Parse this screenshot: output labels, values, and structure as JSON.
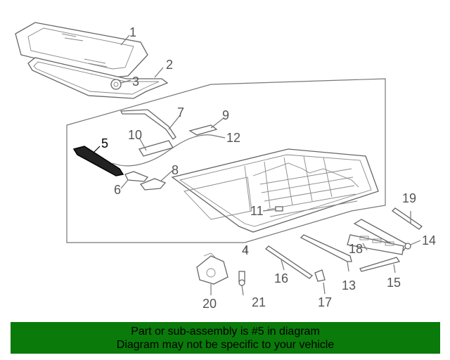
{
  "diagram": {
    "callouts": [
      "1",
      "2",
      "3",
      "4",
      "5",
      "6",
      "7",
      "8",
      "9",
      "10",
      "11",
      "12",
      "13",
      "14",
      "15",
      "16",
      "17",
      "18",
      "19",
      "20",
      "21"
    ],
    "highlighted": "5"
  },
  "banner": {
    "line1": "Part or sub-assembly is #5 in diagram",
    "line2": "Diagram may not be specific to your vehicle"
  },
  "colors": {
    "banner_bg": "#0a7a0a",
    "line": "#777777"
  }
}
